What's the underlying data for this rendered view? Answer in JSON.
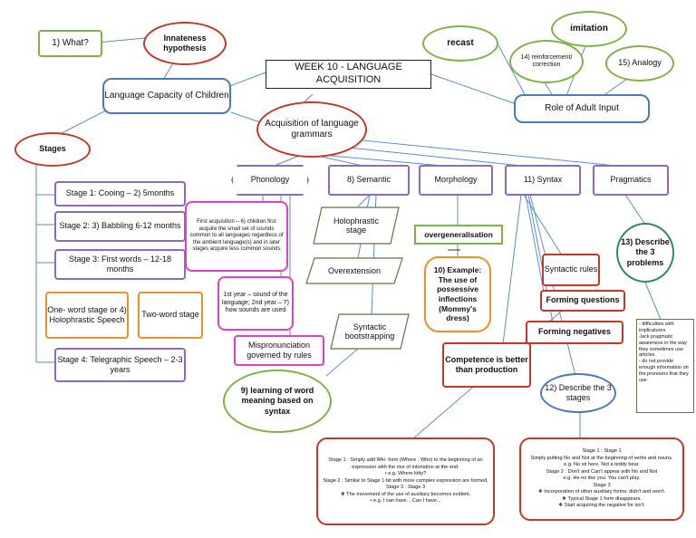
{
  "title": "WEEK 10 - LANGUAGE ACQUISITION",
  "nodes": {
    "what": "1) What?",
    "innateness": "Innateness hypothesis",
    "recast": "recast",
    "imitation": "imitation",
    "reinforcement": "14) reinforcement/ correction",
    "analogy": "15) Analogy",
    "role_adult": "Role of Adult Input",
    "lang_capacity": "Language Capacity of Children",
    "acquisition_grammars": "Acquisition of language grammars",
    "stages": "Stages",
    "phonology": "Phonology",
    "semantic": "8) Semantic",
    "morphology": "Morphology",
    "syntax": "11) Syntax",
    "pragmatics": "Pragmatics",
    "stage1": "Stage 1: Cooing – 2) 5months",
    "stage2": "Stage 2: 3) Babbling 6-12 months",
    "stage3": "Stage 3: First words – 12-18 months",
    "one_word": "One- word stage or 4) Holophrastic Speech",
    "two_word": "Two-word stage",
    "stage4": "Stage 4: Telegraphic Speech – 2-3 years",
    "first_acq": "First acquisition – 6) children first acquire the small set of sounds common to all languages regardless of the ambient language(s) and in later stages acquire less common sounds",
    "first_year": "1st year – sound of the language; 2nd year – 7) how sounds are used",
    "mispronunciation": "Mispronunciation governed by rules",
    "holophrastic": "Holophrastic stage",
    "overextension": "Overextension",
    "syntactic_boot": "Syntactic bootstrapping",
    "learning_word": "9) learning of word meaning based on syntax",
    "overgeneral": "overgeneralisation",
    "example": "10) Example: The use of possessive inflections (Mommy's dress)",
    "syntactic_rules": "Syntactic rules",
    "forming_q": "Forming questions",
    "forming_neg": "Forming negatives",
    "competence": "Competence is better than production",
    "describe_stages": "12) Describe the 3 stages",
    "describe_problems": "13) Describe the 3 problems",
    "problems_list": "- difficulties with implicatures\n-lack pragmatic awareness in the way they sometimes use articles\n- do not provide enough information on the pronouns that they use",
    "questions_box": "Stage 1 : Simply add WH- form (Where , Who) to the beginning of an\nexpression with the rise of intonation at the end.\n• e.g. Where kitty?\nStage 2 : Similar to Stage 1 bit with more complex expression are formed.\nStage 3 : Stage 3\n❖ The movement of the use of auxiliary becomes evident.\n• e.g. I can have... Can I have...",
    "negatives_box": "Stage 1 : Stage 1\nSimply putting No and Not at the beginning of verbs and nouns.\ne.g. No sit here. Not a teddy bear.\nStage 2 : Don't and Can't appear with No and Not\ne.g. He no like you. You can't play.\nStage 3\n❖ Incorporation of other auxiliary forms: didn't and won't.\n❖ Typical Stage 1 form disappears.\n❖ Start acquiring the negative for isn't."
  },
  "colors": {
    "green": "#7fb347",
    "red": "#c0392b",
    "blue": "#4a7ab8",
    "orange": "#e8912d",
    "purple": "#8e6bb5",
    "magenta": "#e040c8",
    "teal": "#2f8a6e",
    "connector": "#5b8fc7"
  }
}
